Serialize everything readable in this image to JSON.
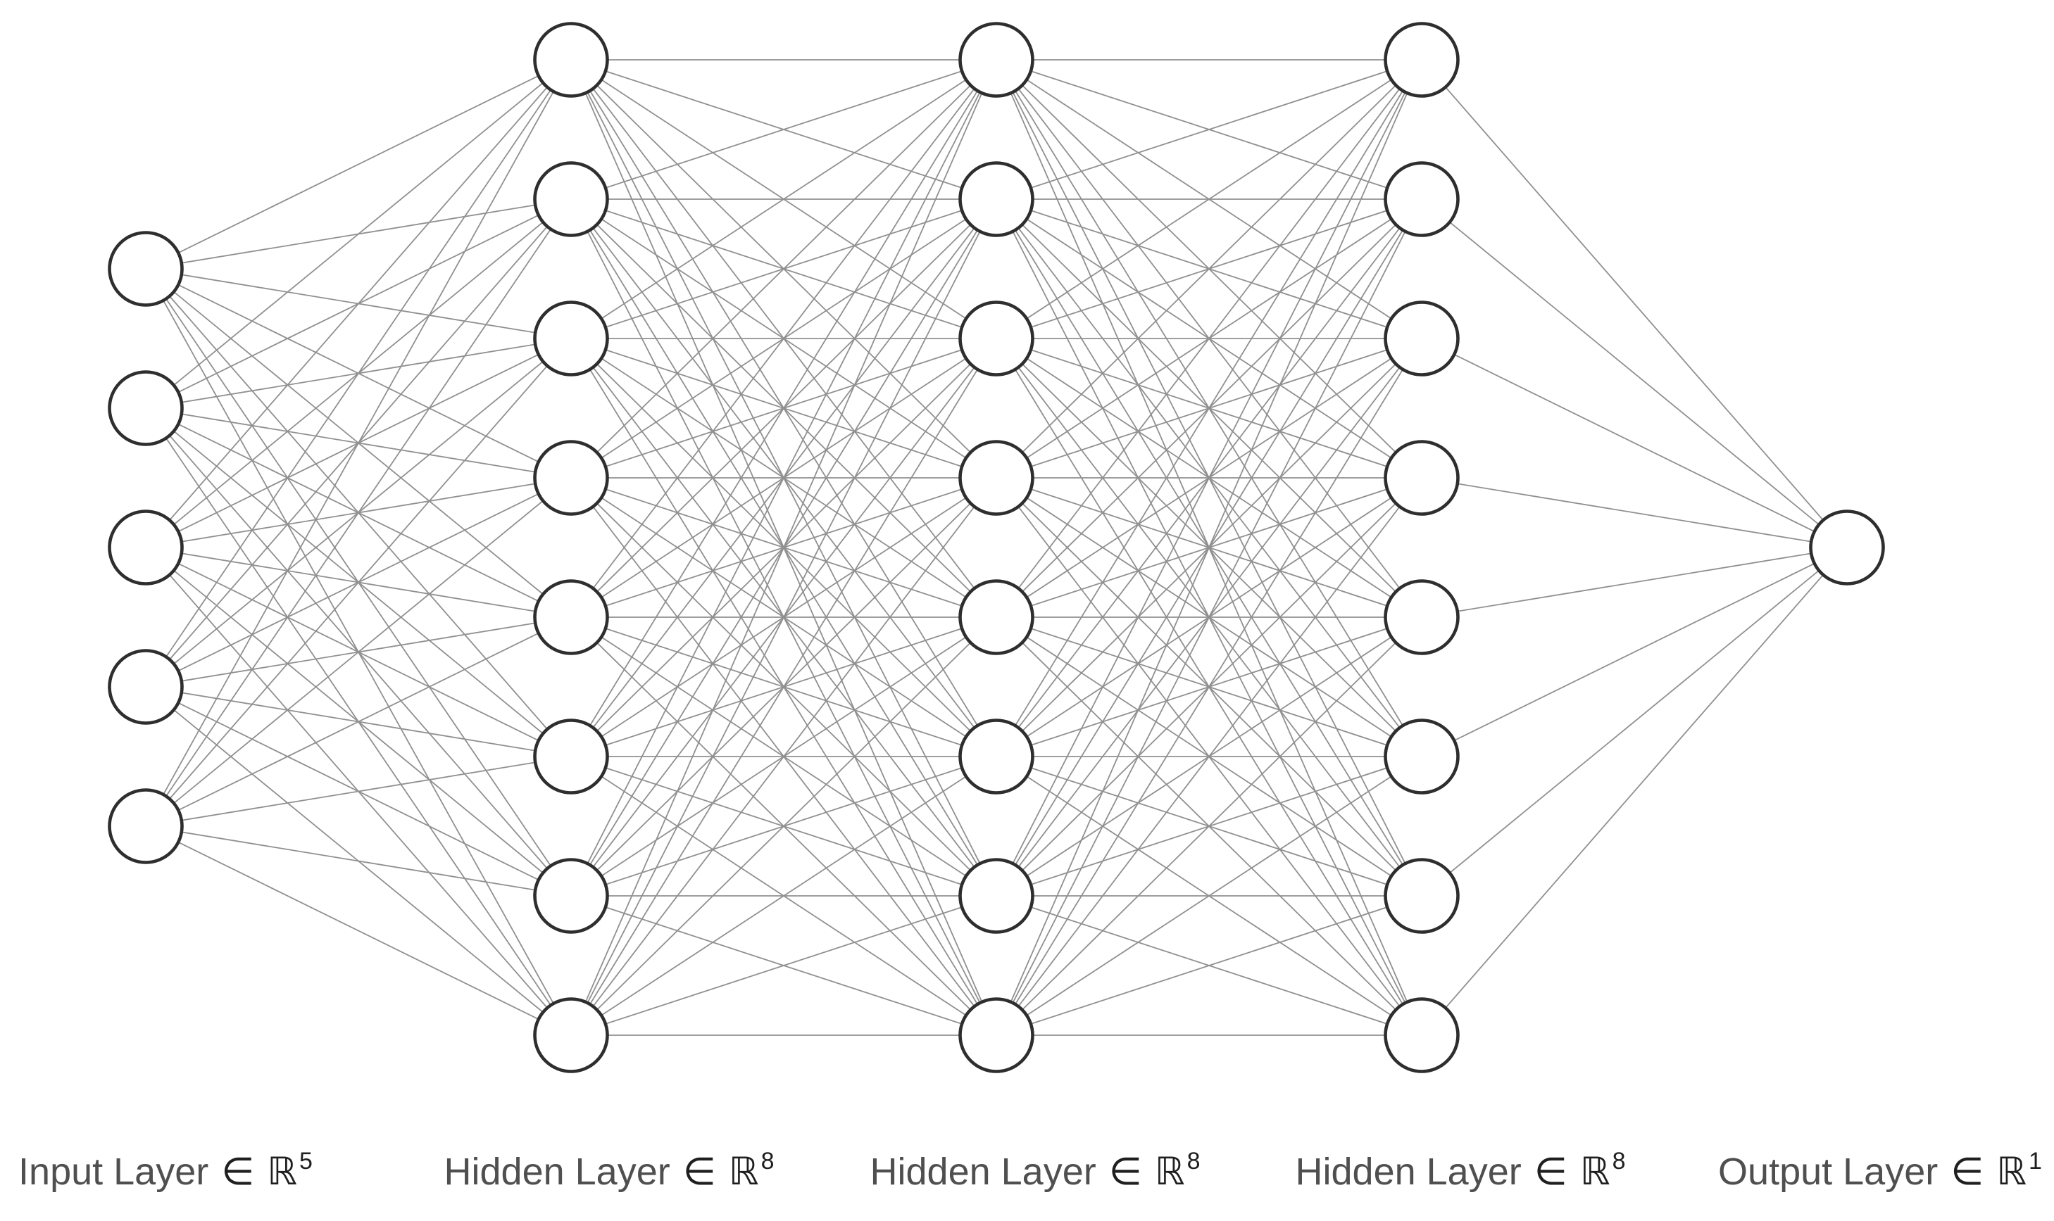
{
  "figure": {
    "kind": "fully-connected-neural-network",
    "background_color": "#ffffff",
    "node_fill_color": "#ffffff",
    "node_stroke_color": "#2e2e2e",
    "edge_color": "#909090",
    "label_text_color": "#4f4f4f",
    "math_text_color": "#1f1f1f"
  },
  "layers": [
    {
      "id": "input-layer",
      "label": "Input Layer",
      "membership": "∈",
      "domain": "ℝ",
      "dimension": "5",
      "node_count": 5
    },
    {
      "id": "hidden-layer-1",
      "label": "Hidden Layer",
      "membership": "∈",
      "domain": "ℝ",
      "dimension": "8",
      "node_count": 8
    },
    {
      "id": "hidden-layer-2",
      "label": "Hidden Layer",
      "membership": "∈",
      "domain": "ℝ",
      "dimension": "8",
      "node_count": 8
    },
    {
      "id": "hidden-layer-3",
      "label": "Hidden Layer",
      "membership": "∈",
      "domain": "ℝ",
      "dimension": "8",
      "node_count": 8
    },
    {
      "id": "output-layer",
      "label": "Output Layer",
      "membership": "∈",
      "domain": "ℝ",
      "dimension": "1",
      "node_count": 1
    }
  ]
}
